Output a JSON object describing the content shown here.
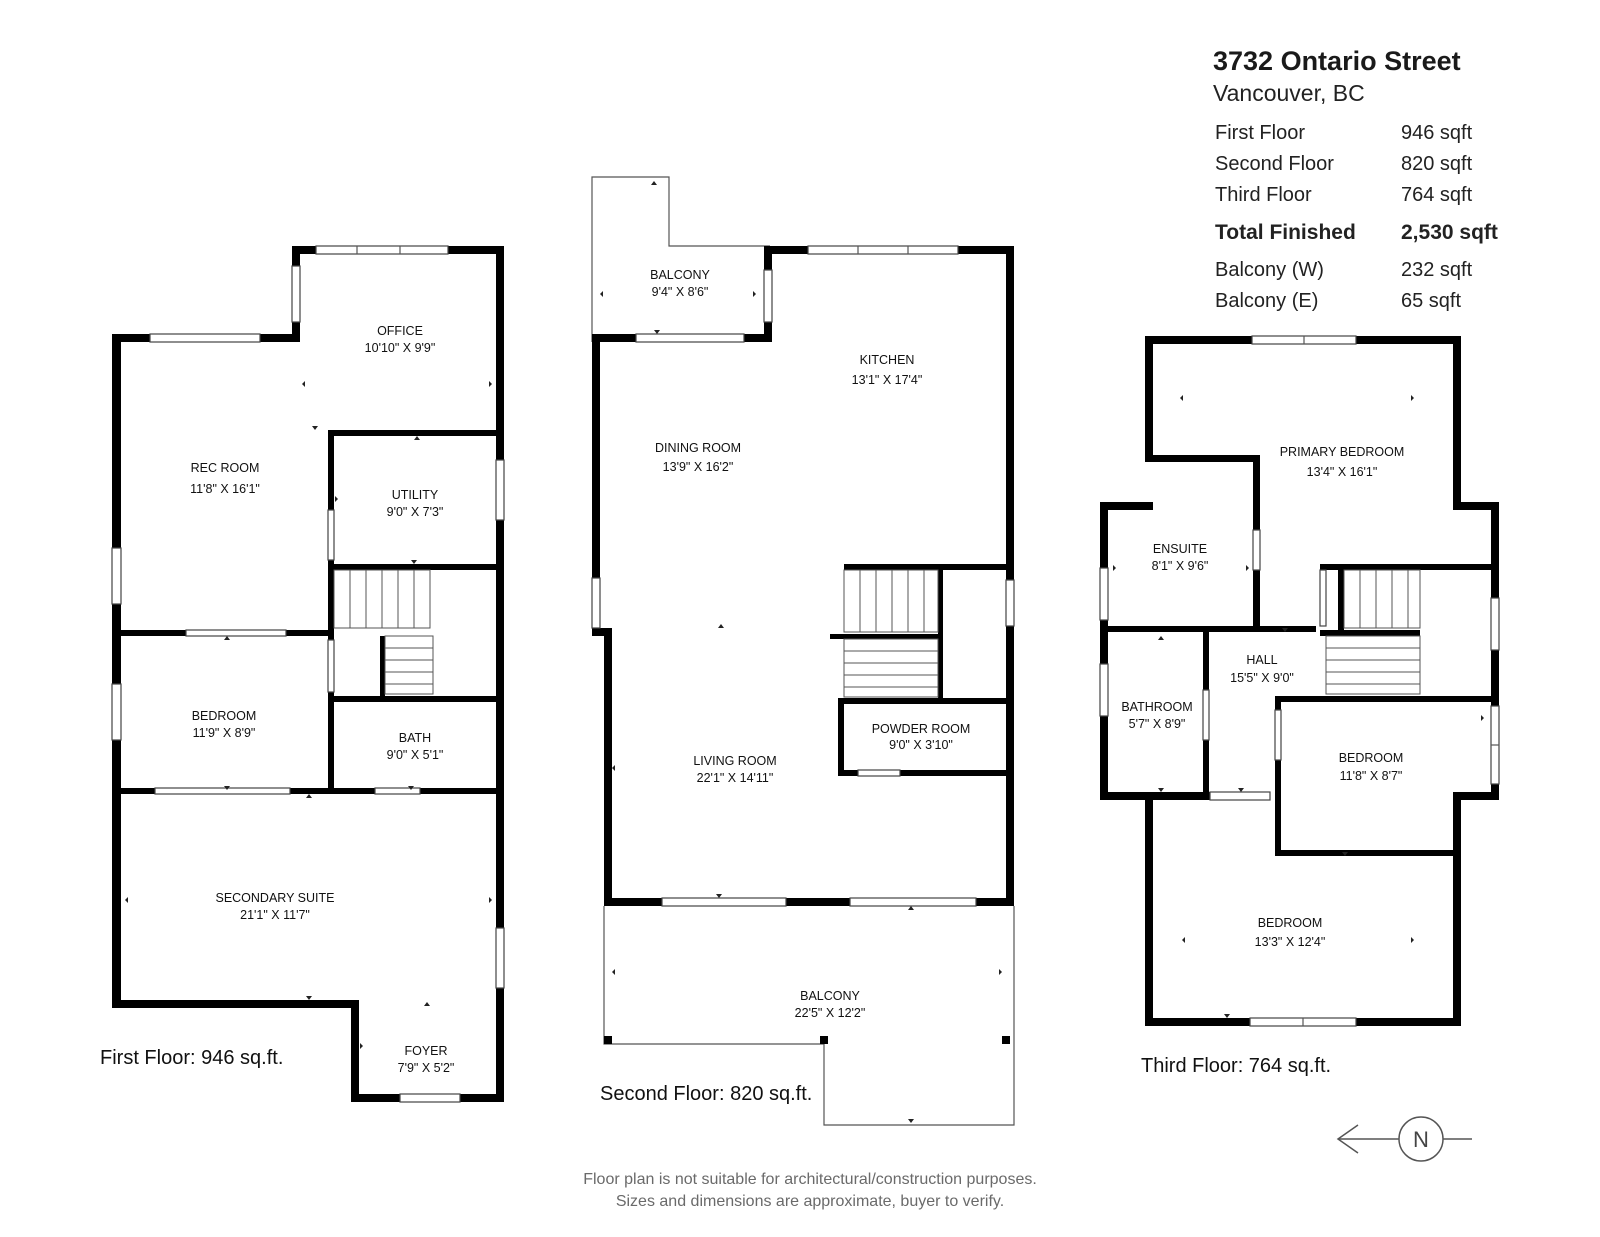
{
  "header": {
    "address": "3732 Ontario Street",
    "city": "Vancouver, BC"
  },
  "areas": [
    {
      "label": "First Floor",
      "value": "946 sqft"
    },
    {
      "label": "Second Floor",
      "value": "820 sqft"
    },
    {
      "label": "Third Floor",
      "value": "764 sqft"
    }
  ],
  "total": {
    "label": "Total Finished",
    "value": "2,530 sqft"
  },
  "balconies": [
    {
      "label": "Balcony (W)",
      "value": "232 sqft"
    },
    {
      "label": "Balcony (E)",
      "value": "65 sqft"
    }
  ],
  "floors": {
    "first": {
      "caption": "First Floor: 946 sq.ft.",
      "rooms": {
        "office": {
          "name": "OFFICE",
          "dim": "10'10\" X 9'9\""
        },
        "rec_room": {
          "name": "REC ROOM",
          "dim": "11'8\" X 16'1\""
        },
        "utility": {
          "name": "UTILITY",
          "dim": "9'0\" X 7'3\""
        },
        "bedroom": {
          "name": "BEDROOM",
          "dim": "11'9\" X 8'9\""
        },
        "bath": {
          "name": "BATH",
          "dim": "9'0\" X 5'1\""
        },
        "secondary_suite": {
          "name": "SECONDARY SUITE",
          "dim": "21'1\" X 11'7\""
        },
        "foyer": {
          "name": "FOYER",
          "dim": "7'9\" X 5'2\""
        }
      }
    },
    "second": {
      "caption": "Second Floor: 820 sq.ft.",
      "rooms": {
        "balcony_top": {
          "name": "BALCONY",
          "dim": "9'4\" X 8'6\""
        },
        "kitchen": {
          "name": "KITCHEN",
          "dim": "13'1\" X 17'4\""
        },
        "dining_room": {
          "name": "DINING ROOM",
          "dim": "13'9\" X 16'2\""
        },
        "living_room": {
          "name": "LIVING ROOM",
          "dim": "22'1\" X 14'11\""
        },
        "powder_room": {
          "name": "POWDER ROOM",
          "dim": "9'0\" X 3'10\""
        },
        "balcony_bottom": {
          "name": "BALCONY",
          "dim": "22'5\" X 12'2\""
        }
      }
    },
    "third": {
      "caption": "Third Floor: 764 sq.ft.",
      "rooms": {
        "primary_bedroom": {
          "name": "PRIMARY BEDROOM",
          "dim": "13'4\" X 16'1\""
        },
        "ensuite": {
          "name": "ENSUITE",
          "dim": "8'1\" X 9'6\""
        },
        "hall": {
          "name": "HALL",
          "dim": "15'5\" X 9'0\""
        },
        "bathroom": {
          "name": "BATHROOM",
          "dim": "5'7\" X 8'9\""
        },
        "bedroom_a": {
          "name": "BEDROOM",
          "dim": "11'8\" X 8'7\""
        },
        "bedroom_b": {
          "name": "BEDROOM",
          "dim": "13'3\" X 12'4\""
        }
      }
    }
  },
  "compass": {
    "label": "N",
    "icon": "north-arrow-icon"
  },
  "disclaimer": {
    "line1": "Floor plan is not suitable for architectural/construction purposes.",
    "line2": "Sizes and dimensions are approximate, buyer to verify."
  }
}
